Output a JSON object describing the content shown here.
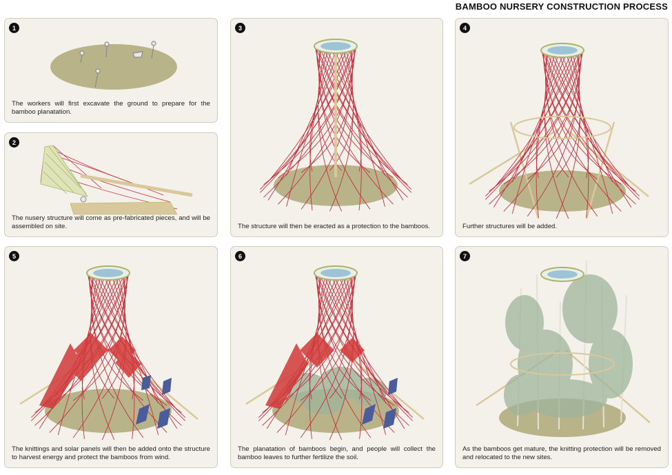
{
  "title": "BAMBOO NURSERY CONSTRUCTION PROCESS",
  "colors": {
    "panel_bg": "#f3f1ea",
    "ground": "#b9b38a",
    "rope": "#c2313f",
    "bamboo": "#d9c89a",
    "knitting": "#d23a3a",
    "solar": "#4a5c9a",
    "foliage": "#9fb59a"
  },
  "steps": [
    {
      "number": "1",
      "text": "The workers will first excavate the ground to prepare for the bamboo planatation."
    },
    {
      "number": "2",
      "text": "The nusery structure will come as pre-fabricated pieces, and will be assembled on site."
    },
    {
      "number": "3",
      "text": "The structure will then be eracted as a protection to the bamboos."
    },
    {
      "number": "4",
      "text": "Further structures will be added."
    },
    {
      "number": "5",
      "text": "The knittings and solar panels will then be added onto the structure to harvest energy and protect the bamboos from wind."
    },
    {
      "number": "6",
      "text": "The planatation of bamboos begin, and people will collect the bamboo leaves to further fertilize the soil."
    },
    {
      "number": "7",
      "text": "As the bamboos get mature, the knitting protection will be removed and relocated to the new sites."
    }
  ]
}
